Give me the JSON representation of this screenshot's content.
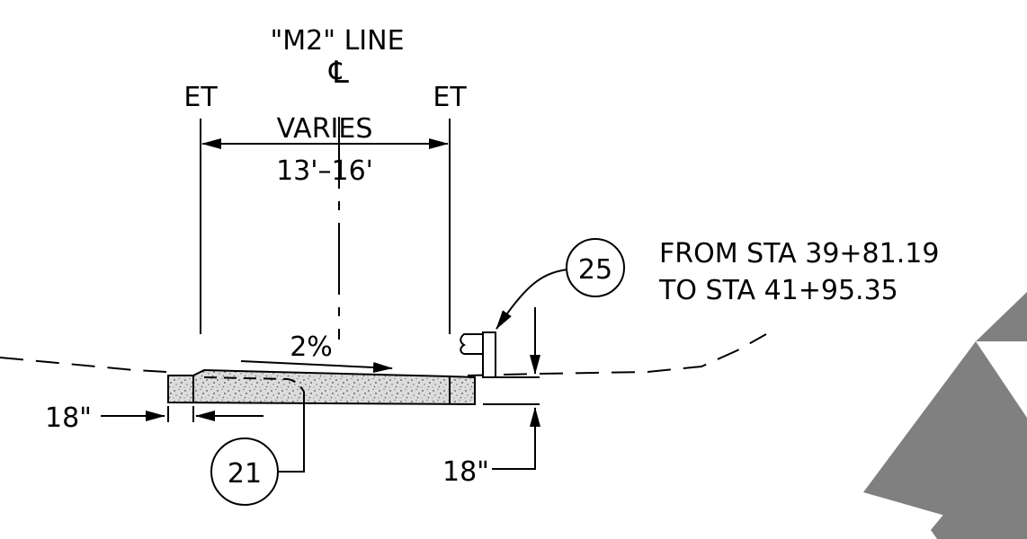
{
  "centerline": {
    "line_name": "\"M2\" LINE",
    "symbol": "℄"
  },
  "edge_left_label": "ET",
  "edge_right_label": "ET",
  "width_dimension": {
    "label_top": "VARIES",
    "label_bottom": "13'–16'"
  },
  "slope_label": "2%",
  "callout_25": {
    "number": "25",
    "note_line_1": "FROM STA 39+81.19",
    "note_line_2": "TO STA 41+95.35"
  },
  "callout_21": {
    "number": "21"
  },
  "dim_left_18": "18\"",
  "dim_right_18": "18\"",
  "colors": {
    "line": "#000000",
    "pavement_fill": "#c8c8c8",
    "north_arrow_gray": "#808080"
  },
  "icons": [
    "centerline-symbol-icon",
    "north-arrow-icon"
  ]
}
